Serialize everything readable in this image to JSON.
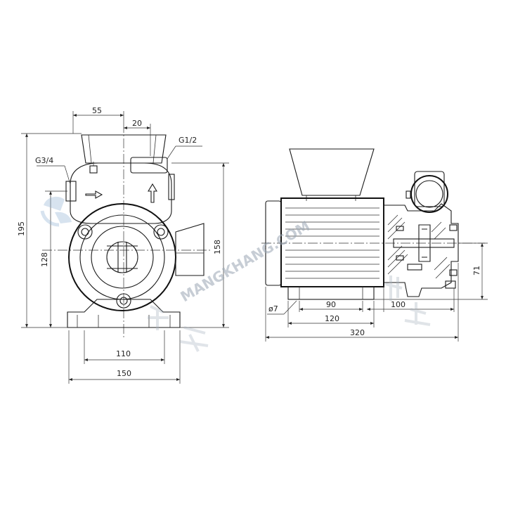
{
  "front_view": {
    "dims": {
      "top_width": "55",
      "outlet_offset": "20",
      "height_total": "195",
      "inlet_height": "128",
      "outlet_height": "158",
      "foot_inner": "110",
      "foot_outer": "150"
    },
    "threads": {
      "inlet": "G3/4",
      "outlet": "G1/2"
    }
  },
  "side_view": {
    "dims": {
      "hole_dia": "ø7",
      "foot_spacing": "90",
      "foot_length": "120",
      "pump_length": "100",
      "overall_length": "320",
      "shaft_height": "71"
    }
  },
  "watermark": {
    "url": "MANGKHANG.COM"
  },
  "colors": {
    "line": "#1a1a1a",
    "watermark": "#9aa6b3"
  }
}
